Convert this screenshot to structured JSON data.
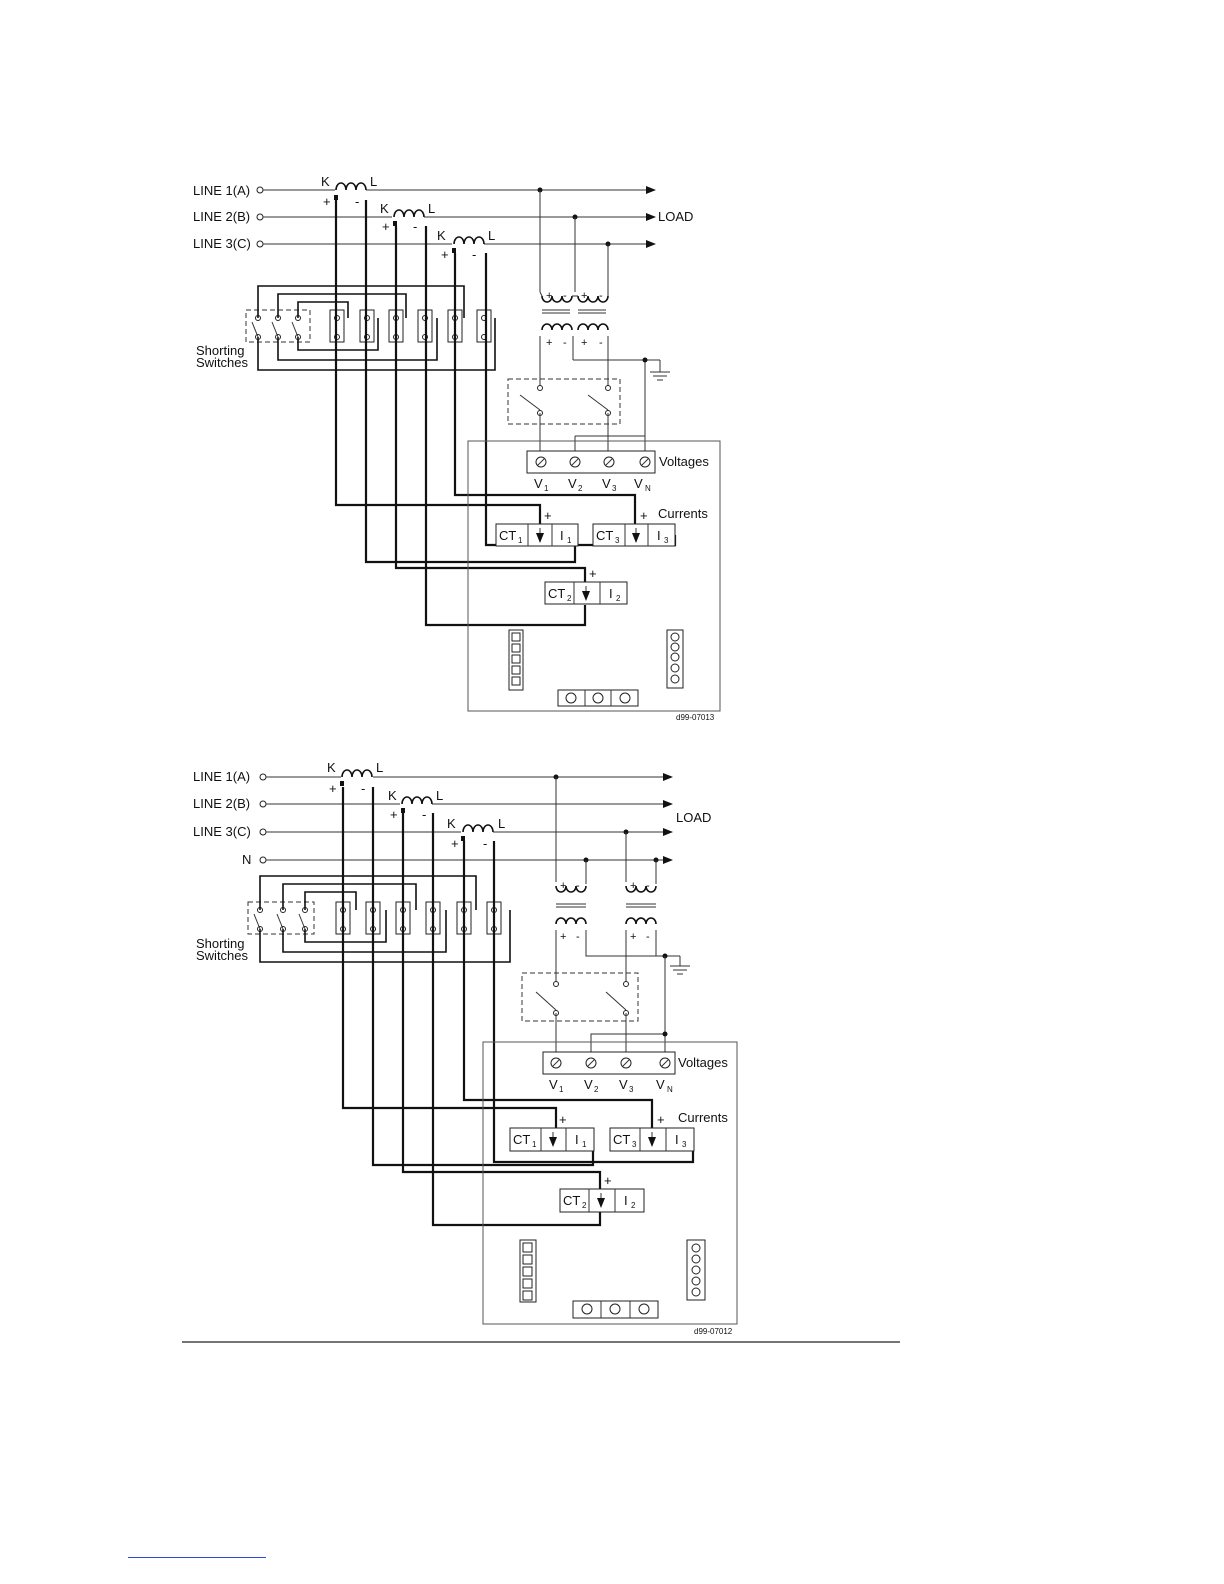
{
  "diagram1": {
    "lines": [
      "LINE 1(A)",
      "LINE 2(B)",
      "LINE 3(C)"
    ],
    "load_label": "LOAD",
    "ct_labels": {
      "k": "K",
      "l": "L",
      "plus": "+",
      "minus": "-"
    },
    "shorting_label": [
      "Shorting",
      "Switches"
    ],
    "voltages_label": "Voltages",
    "currents_label": "Currents",
    "v_terms": [
      {
        "main": "V",
        "sub": "1"
      },
      {
        "main": "V",
        "sub": "2"
      },
      {
        "main": "V",
        "sub": "3"
      },
      {
        "main": "V",
        "sub": "N"
      }
    ],
    "ct_blocks": [
      {
        "ct": "CT",
        "ct_sub": "1",
        "i": "I",
        "i_sub": "1"
      },
      {
        "ct": "CT",
        "ct_sub": "3",
        "i": "I",
        "i_sub": "3"
      },
      {
        "ct": "CT",
        "ct_sub": "2",
        "i": "I",
        "i_sub": "2"
      }
    ],
    "figure_id": "d99-07013"
  },
  "diagram2": {
    "lines": [
      "LINE 1(A)",
      "LINE 2(B)",
      "LINE 3(C)",
      "N"
    ],
    "load_label": "LOAD",
    "ct_labels": {
      "k": "K",
      "l": "L",
      "plus": "+",
      "minus": "-"
    },
    "shorting_label": [
      "Shorting",
      "Switches"
    ],
    "voltages_label": "Voltages",
    "currents_label": "Currents",
    "v_terms": [
      {
        "main": "V",
        "sub": "1"
      },
      {
        "main": "V",
        "sub": "2"
      },
      {
        "main": "V",
        "sub": "3"
      },
      {
        "main": "V",
        "sub": "N"
      }
    ],
    "ct_blocks": [
      {
        "ct": "CT",
        "ct_sub": "1",
        "i": "I",
        "i_sub": "1"
      },
      {
        "ct": "CT",
        "ct_sub": "3",
        "i": "I",
        "i_sub": "3"
      },
      {
        "ct": "CT",
        "ct_sub": "2",
        "i": "I",
        "i_sub": "2"
      }
    ],
    "figure_id": "d99-07012"
  },
  "colors": {
    "ink": "#111111",
    "footnote_rule": "#2a4bd7"
  }
}
